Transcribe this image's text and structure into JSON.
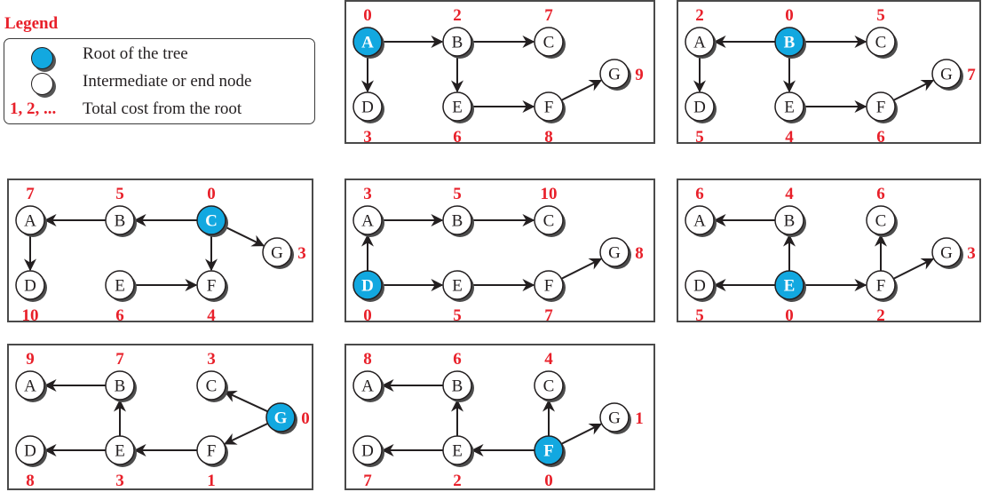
{
  "legend": {
    "title": "Legend",
    "items": [
      {
        "marker": "blue-node",
        "label": "Root of the tree"
      },
      {
        "marker": "white-node",
        "label": "Intermediate or end node"
      },
      {
        "marker": "cost-text",
        "symbol": "1, 2, ...",
        "label": "Total cost from the root"
      }
    ]
  },
  "colors": {
    "root_fill": "#12a8e0",
    "node_fill": "#ffffff",
    "cost_text": "#e8202a",
    "edge": "#231f20"
  },
  "trees": [
    {
      "root": "A",
      "costs": {
        "A": 0,
        "B": 2,
        "C": 7,
        "D": 3,
        "E": 6,
        "F": 8,
        "G": 9
      },
      "edges": [
        [
          "A",
          "B"
        ],
        [
          "B",
          "C"
        ],
        [
          "A",
          "D"
        ],
        [
          "B",
          "E"
        ],
        [
          "E",
          "F"
        ],
        [
          "F",
          "G"
        ]
      ]
    },
    {
      "root": "B",
      "costs": {
        "A": 2,
        "B": 0,
        "C": 5,
        "D": 5,
        "E": 4,
        "F": 6,
        "G": 7
      },
      "edges": [
        [
          "B",
          "A"
        ],
        [
          "B",
          "C"
        ],
        [
          "A",
          "D"
        ],
        [
          "B",
          "E"
        ],
        [
          "E",
          "F"
        ],
        [
          "F",
          "G"
        ]
      ]
    },
    {
      "root": "C",
      "costs": {
        "A": 7,
        "B": 5,
        "C": 0,
        "D": 10,
        "E": 6,
        "F": 4,
        "G": 3
      },
      "edges": [
        [
          "C",
          "B"
        ],
        [
          "B",
          "A"
        ],
        [
          "A",
          "D"
        ],
        [
          "C",
          "F"
        ],
        [
          "C",
          "G"
        ],
        [
          "E",
          "F"
        ]
      ]
    },
    {
      "root": "D",
      "costs": {
        "A": 3,
        "B": 5,
        "C": 10,
        "D": 0,
        "E": 5,
        "F": 7,
        "G": 8
      },
      "edges": [
        [
          "D",
          "A"
        ],
        [
          "A",
          "B"
        ],
        [
          "B",
          "C"
        ],
        [
          "D",
          "E"
        ],
        [
          "E",
          "F"
        ],
        [
          "F",
          "G"
        ]
      ]
    },
    {
      "root": "E",
      "costs": {
        "A": 6,
        "B": 4,
        "C": 6,
        "D": 5,
        "E": 0,
        "F": 2,
        "G": 3
      },
      "edges": [
        [
          "E",
          "B"
        ],
        [
          "B",
          "A"
        ],
        [
          "E",
          "D"
        ],
        [
          "E",
          "F"
        ],
        [
          "F",
          "C"
        ],
        [
          "F",
          "G"
        ]
      ]
    },
    {
      "root": "G",
      "costs": {
        "A": 9,
        "B": 7,
        "C": 3,
        "D": 8,
        "E": 3,
        "F": 1,
        "G": 0
      },
      "edges": [
        [
          "G",
          "C"
        ],
        [
          "G",
          "F"
        ],
        [
          "F",
          "E"
        ],
        [
          "E",
          "B"
        ],
        [
          "B",
          "A"
        ],
        [
          "E",
          "D"
        ]
      ]
    },
    {
      "root": "F",
      "costs": {
        "A": 8,
        "B": 6,
        "C": 4,
        "D": 7,
        "E": 2,
        "F": 0,
        "G": 1
      },
      "edges": [
        [
          "F",
          "C"
        ],
        [
          "F",
          "G"
        ],
        [
          "F",
          "E"
        ],
        [
          "E",
          "B"
        ],
        [
          "B",
          "A"
        ],
        [
          "E",
          "D"
        ]
      ]
    }
  ]
}
